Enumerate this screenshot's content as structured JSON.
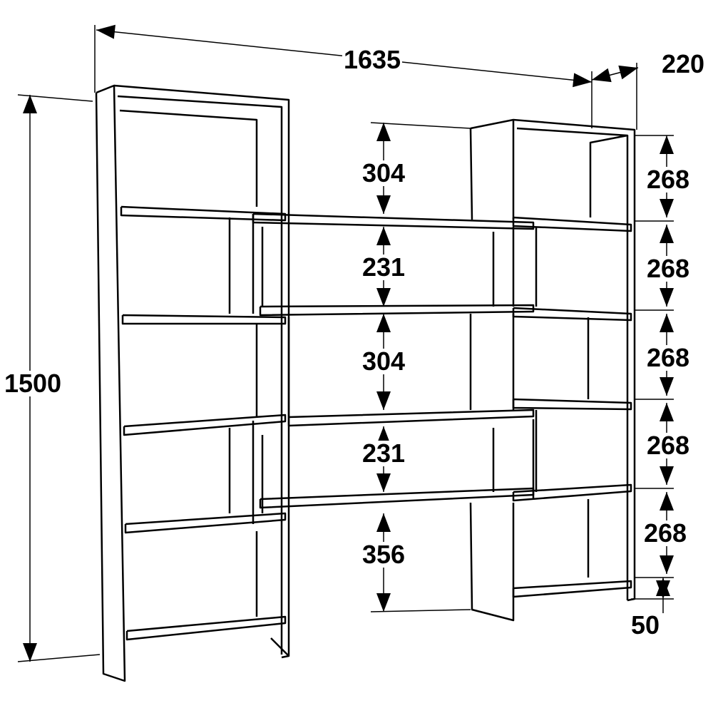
{
  "dimensions": {
    "overall_width": "1635",
    "depth": "220",
    "overall_height": "1500",
    "middle": [
      "304",
      "231",
      "304",
      "231",
      "356"
    ],
    "right": [
      "268",
      "268",
      "268",
      "268",
      "268"
    ],
    "plinth": "50"
  },
  "colors": {
    "line": "#000000",
    "background": "#ffffff"
  }
}
